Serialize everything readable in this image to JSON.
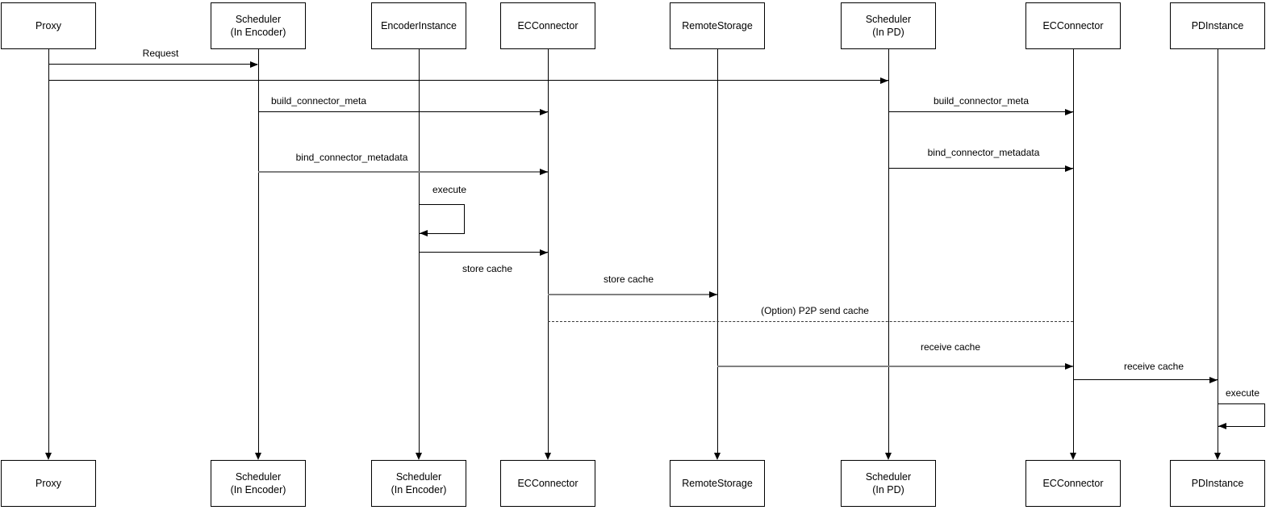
{
  "actors_top": [
    {
      "line1": "Proxy",
      "line2": ""
    },
    {
      "line1": "Scheduler",
      "line2": "(In Encoder)"
    },
    {
      "line1": "EncoderInstance",
      "line2": ""
    },
    {
      "line1": "ECConnector",
      "line2": ""
    },
    {
      "line1": "RemoteStorage",
      "line2": ""
    },
    {
      "line1": "Scheduler",
      "line2": "(In PD)"
    },
    {
      "line1": "ECConnector",
      "line2": ""
    },
    {
      "line1": "PDInstance",
      "line2": ""
    }
  ],
  "actors_bottom": [
    {
      "line1": "Proxy",
      "line2": ""
    },
    {
      "line1": "Scheduler",
      "line2": "(In Encoder)"
    },
    {
      "line1": "Scheduler",
      "line2": "(In Encoder)"
    },
    {
      "line1": "ECConnector",
      "line2": ""
    },
    {
      "line1": "RemoteStorage",
      "line2": ""
    },
    {
      "line1": "Scheduler",
      "line2": "(In PD)"
    },
    {
      "line1": "ECConnector",
      "line2": ""
    },
    {
      "line1": "PDInstance",
      "line2": ""
    }
  ],
  "messages": {
    "request": "Request",
    "build_connector_meta_encoder": "build_connector_meta",
    "build_connector_meta_pd": "build_connector_meta",
    "bind_connector_metadata_encoder": "bind_connector_metadata",
    "bind_connector_metadata_pd": "bind_connector_metadata",
    "execute_encoder": "execute",
    "store_cache_encoder_to_connector": "store cache",
    "store_cache_connector_to_storage": "store cache",
    "p2p_send_cache": "(Option) P2P send cache",
    "receive_cache_storage_to_connector": "receive cache",
    "receive_cache_connector_to_pd": "receive cache",
    "execute_pd": "execute"
  },
  "colors": {
    "background": "#ffffff",
    "line": "#000000",
    "muted_line": "#808080",
    "box_border": "#000000",
    "text": "#000000"
  }
}
